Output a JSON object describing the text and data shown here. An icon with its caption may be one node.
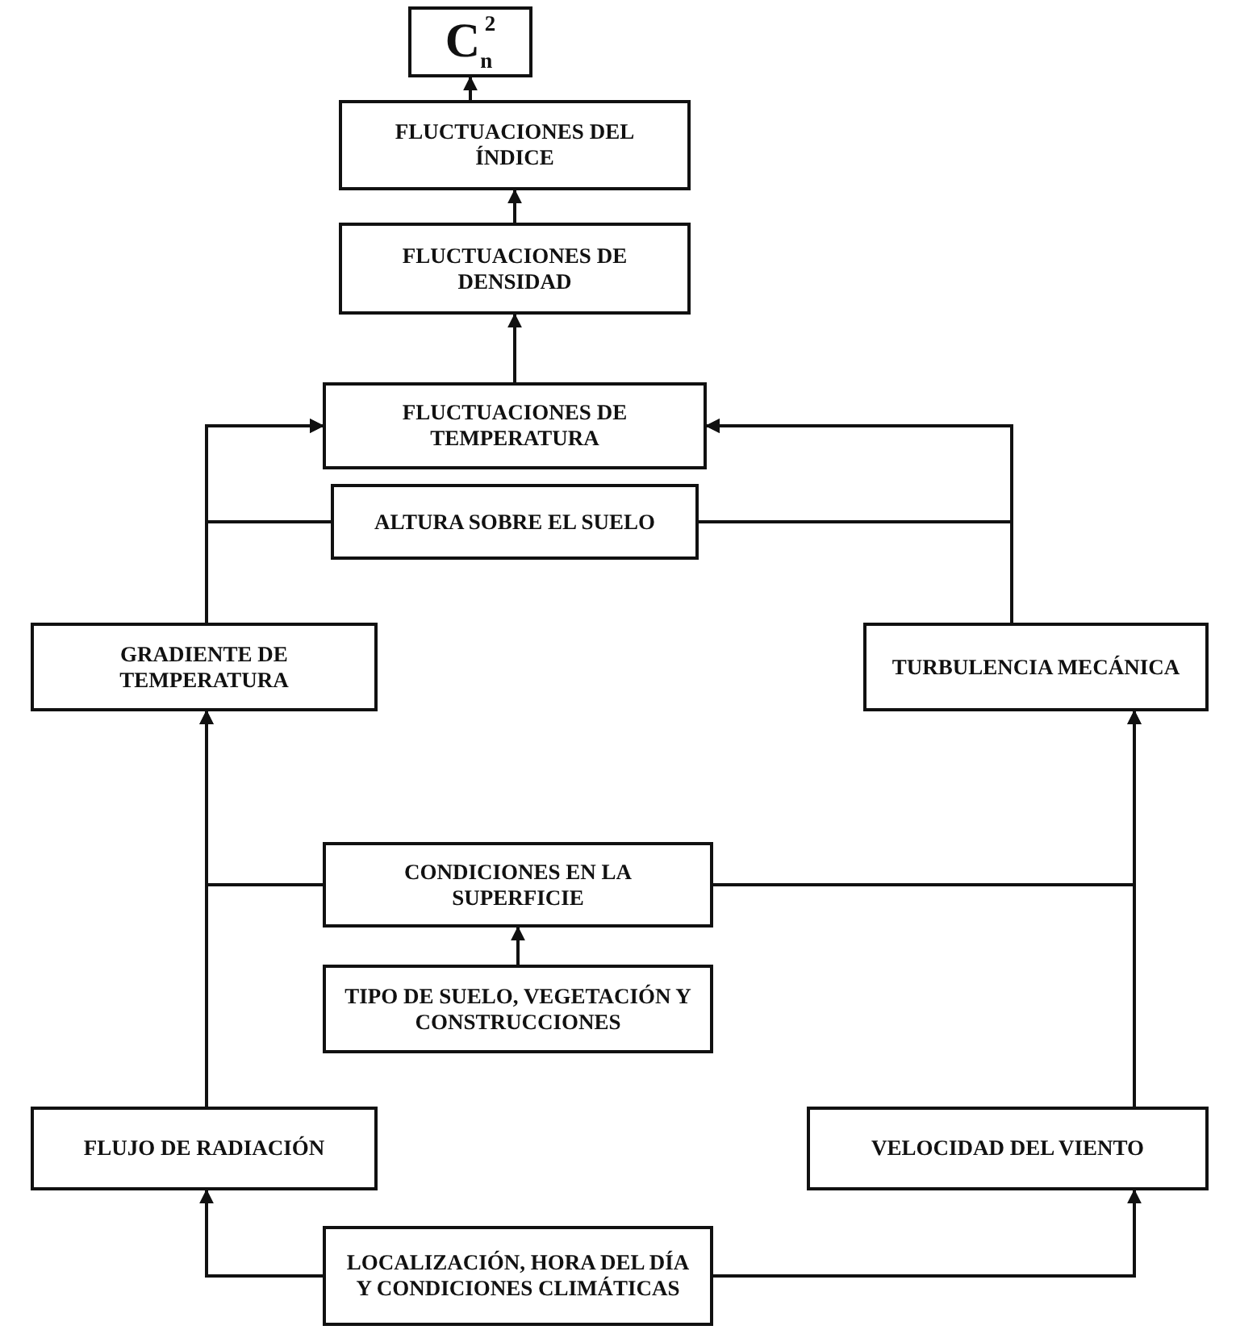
{
  "diagram": {
    "nodes": [
      {
        "text": [
          "C$_{n}$$^{2}$"
        ]
      },
      {
        "text": [
          "FLUCTUACIONES DEL ÍNDICE"
        ]
      },
      {
        "text": [
          "FLUCTUACIONES DE DENSIDAD"
        ]
      },
      {
        "text": [
          "FLUCTUACIONES DE TEMPERATURA"
        ]
      },
      {
        "text": [
          "ALTURA SOBRE EL SUELO"
        ]
      },
      {
        "text": [
          "GRADIENTE DE TEMPERATURA"
        ]
      },
      {
        "text": [
          "TURBULENCIA MECÁNICA"
        ]
      },
      {
        "text": [
          "CONDICIONES EN LA SUPERFICIE"
        ]
      },
      {
        "text": [
          "TIPO DE SUELO, VEGETACIÓN Y CONSTRUCCIONES"
        ]
      },
      {
        "text": [
          "FLUJO DE RADIACIÓN"
        ]
      },
      {
        "text": [
          "VELOCIDAD DEL VIENTO"
        ]
      },
      {
        "text": [
          "LOCALIZACIÓN, HORA DEL DÍA Y CONDICIONES CLIMÁTICAS"
        ]
      }
    ],
    "edges": [
      {
        "from": 1,
        "to": 0,
        "arrow": "to"
      },
      {
        "from": 2,
        "to": 1,
        "arrow": "to"
      },
      {
        "from": 3,
        "to": 2,
        "arrow": "to"
      },
      {
        "from": 5,
        "to": 3,
        "arrow": "to"
      },
      {
        "from": 6,
        "to": 3,
        "arrow": "to"
      },
      {
        "from": 4,
        "to": 3,
        "arrow": "to"
      },
      {
        "from": 4,
        "to": 3,
        "arrow": "to"
      },
      {
        "from": 9,
        "to": 5,
        "arrow": "to"
      },
      {
        "from": 10,
        "to": 6,
        "arrow": "to"
      },
      {
        "from": 7,
        "to": 5,
        "arrow": "to"
      },
      {
        "from": 7,
        "to": 6,
        "arrow": "to"
      },
      {
        "from": 8,
        "to": 7,
        "arrow": "to"
      },
      {
        "from": 11,
        "to": 9,
        "arrow": "to"
      },
      {
        "from": 11,
        "to": 10,
        "arrow": "to"
      }
    ]
  }
}
